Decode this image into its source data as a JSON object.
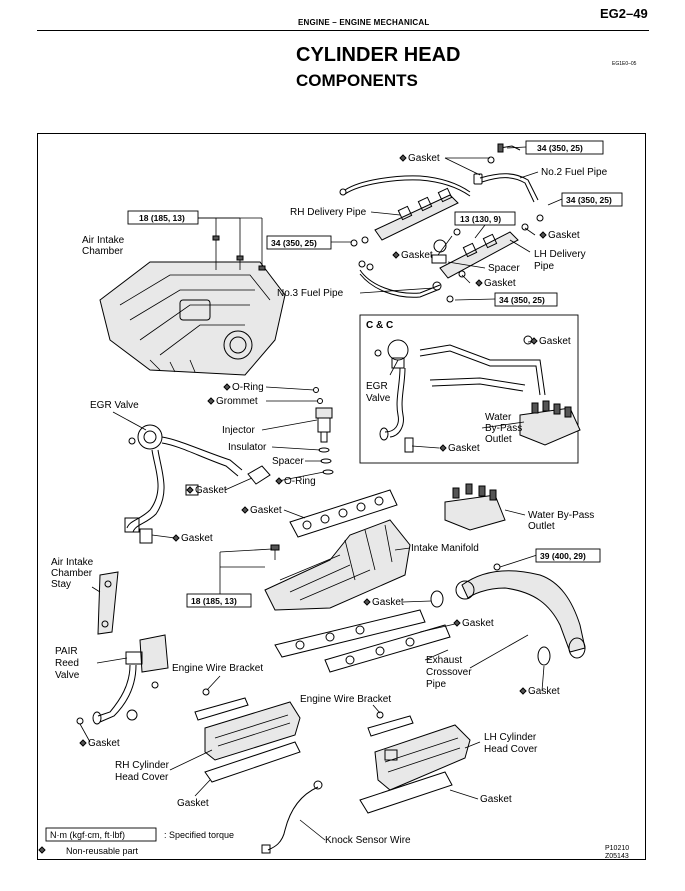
{
  "header": {
    "section": "ENGINE – ENGINE MECHANICAL",
    "page_number": "EG2–49",
    "title": "CYLINDER HEAD",
    "subtitle": "COMPONENTS",
    "code": "EG1E0–05"
  },
  "torques": {
    "t1": "34 (350, 25)",
    "t2": "34 (350, 25)",
    "t3": "18 (185, 13)",
    "t4": "34 (350, 25)",
    "t5": "13 (130, 9)",
    "t6": "34 (350, 25)",
    "t7": "39 (400, 29)",
    "t8": "18 (185, 13)"
  },
  "labels": {
    "gasket_top": "Gasket",
    "no2_fuel_pipe": "No.2 Fuel Pipe",
    "rh_delivery_pipe": "RH Delivery Pipe",
    "gasket_b": "Gasket",
    "air_intake_chamber_1": "Air Intake",
    "air_intake_chamber_2": "Chamber",
    "gasket_c": "Gasket",
    "lh_delivery_1": "LH Delivery",
    "lh_delivery_2": "Pipe",
    "spacer_top": "Spacer",
    "gasket_d": "Gasket",
    "no3_fuel_pipe": "No.3 Fuel Pipe",
    "cc": "C & C",
    "gasket_cc": "Gasket",
    "egr_valve_cc_1": "EGR",
    "egr_valve_cc_2": "Valve",
    "water_bypass_cc_1": "Water",
    "water_bypass_cc_2": "By-Pass",
    "water_bypass_cc_3": "Outlet",
    "gasket_cc2": "Gasket",
    "o_ring": "O-Ring",
    "grommet": "Grommet",
    "egr_valve": "EGR Valve",
    "injector": "Injector",
    "insulator": "Insulator",
    "spacer": "Spacer",
    "o_ring2": "O-Ring",
    "gasket_egr": "Gasket",
    "gasket_manifold": "Gasket",
    "water_bypass_1": "Water By-Pass",
    "water_bypass_2": "Outlet",
    "gasket_egr2": "Gasket",
    "intake_manifold": "Intake Manifold",
    "air_intake_stay_1": "Air Intake",
    "air_intake_stay_2": "Chamber",
    "air_intake_stay_3": "Stay",
    "gasket_mid": "Gasket",
    "gasket_right": "Gasket",
    "pair_reed_1": "PAIR",
    "pair_reed_2": "Reed",
    "pair_reed_3": "Valve",
    "engine_wire_bracket_1": "Engine Wire Bracket",
    "exhaust_crossover_1": "Exhaust",
    "exhaust_crossover_2": "Crossover",
    "exhaust_crossover_3": "Pipe",
    "gasket_exh": "Gasket",
    "engine_wire_bracket_2": "Engine Wire Bracket",
    "gasket_pair": "Gasket",
    "lh_cyl_head_cover_1": "LH Cylinder",
    "lh_cyl_head_cover_2": "Head Cover",
    "rh_cyl_head_cover_1": "RH Cylinder",
    "rh_cyl_head_cover_2": "Head Cover",
    "gasket_rh_cover": "Gasket",
    "gasket_lh_cover": "Gasket",
    "knock_sensor_wire": "Knock Sensor Wire"
  },
  "legend": {
    "unit_box": "N·m (kgf·cm, ft·lbf)",
    "unit_desc": ": Specified torque",
    "non_reusable": "Non-reusable part"
  },
  "figure_code_1": "P10210",
  "figure_code_2": "Z05143"
}
